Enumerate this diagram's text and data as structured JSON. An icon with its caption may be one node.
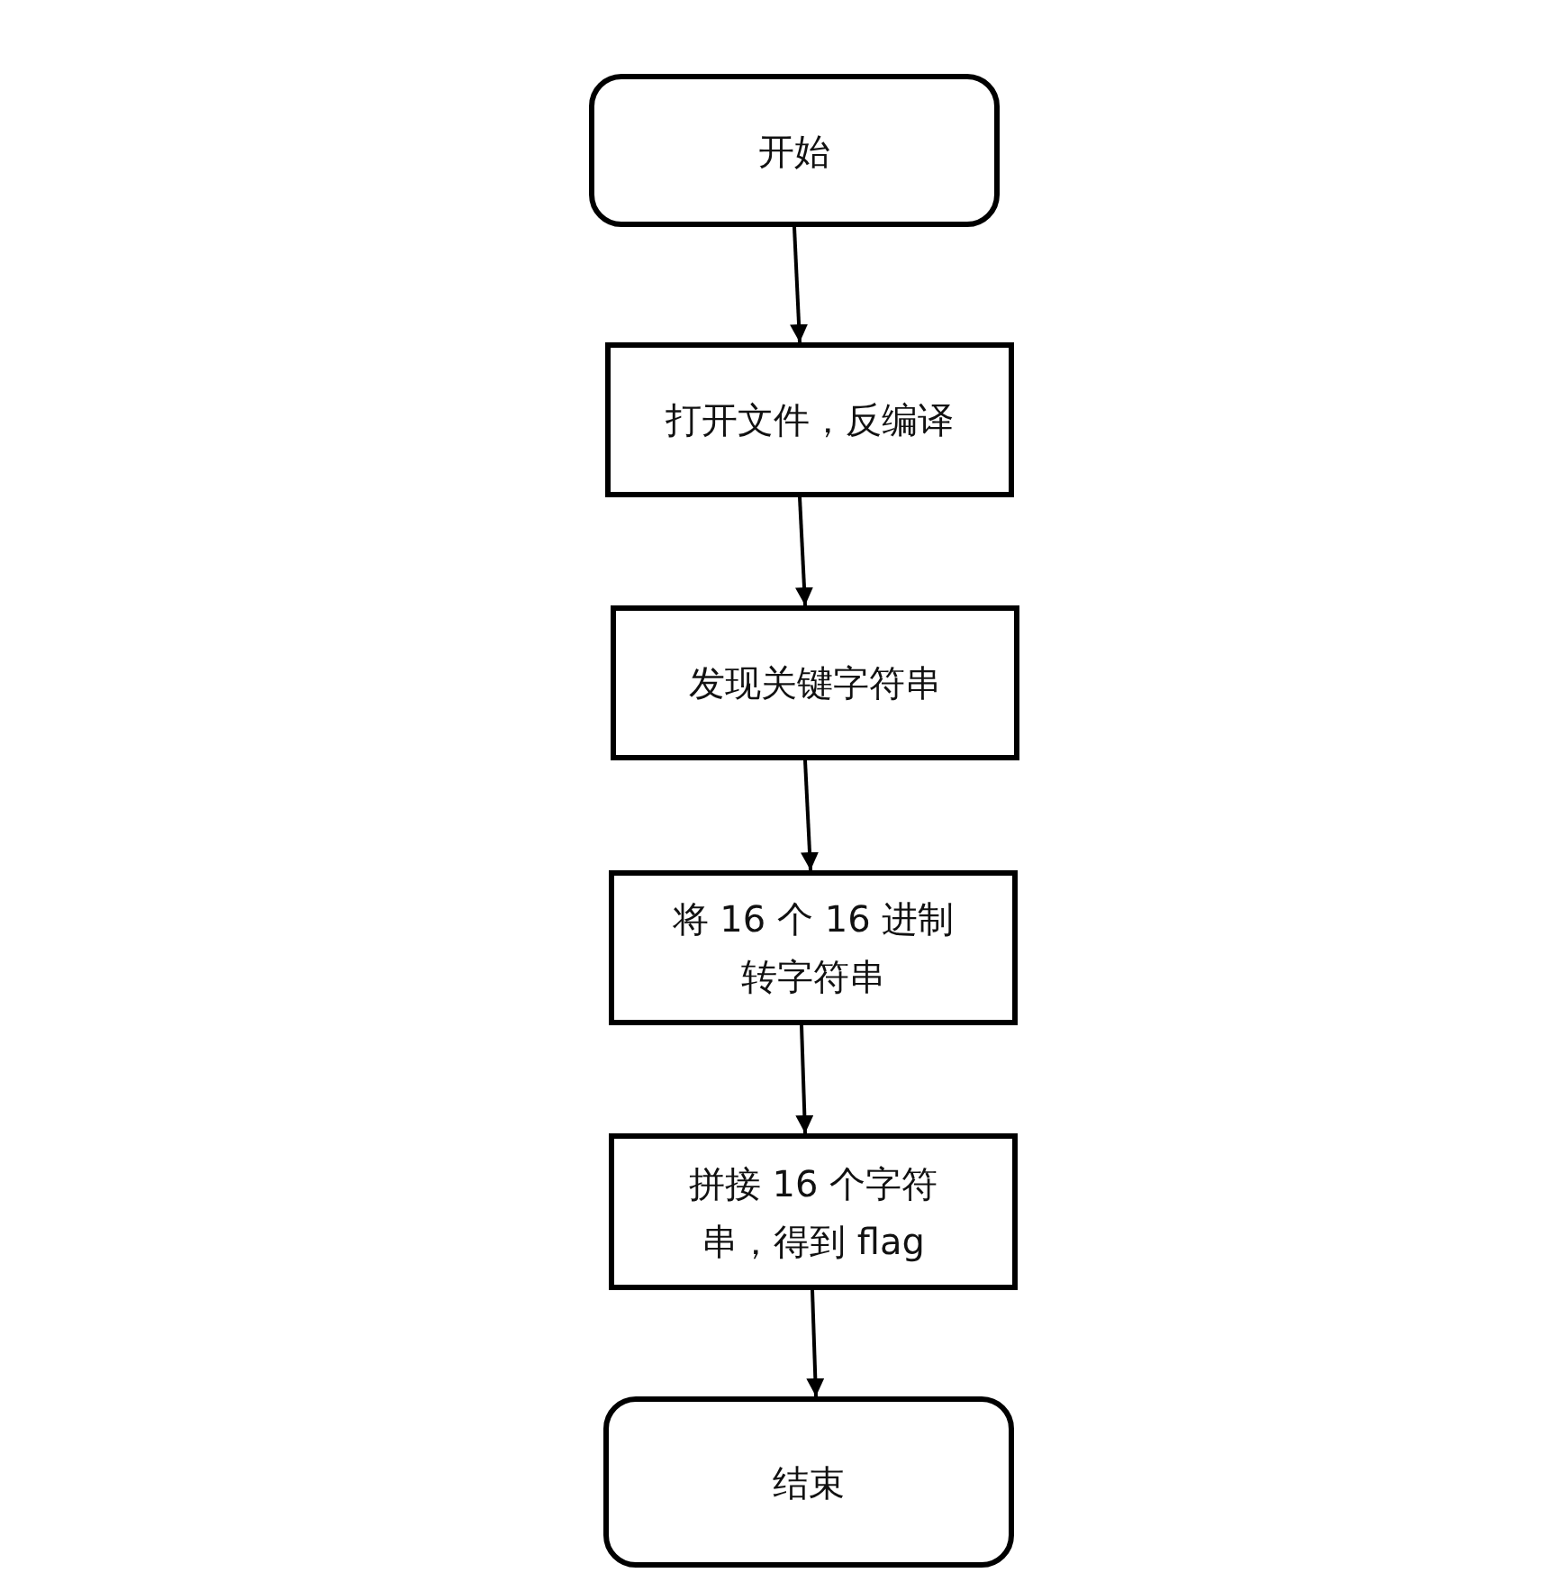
{
  "diagram": {
    "nodes": [
      {
        "text": [
          "开始"
        ]
      },
      {
        "text": [
          "打开文件，反编译"
        ]
      },
      {
        "text": [
          "发现关键字符串"
        ]
      },
      {
        "text": [
          "将 16 个 16 进制转字符串"
        ]
      },
      {
        "text": [
          "拼接 16 个字符串，得到 flag"
        ]
      },
      {
        "text": [
          "结束"
        ]
      }
    ],
    "edges": [
      {
        "from": 0,
        "to": 1,
        "arrow": "to"
      },
      {
        "from": 1,
        "to": 2,
        "arrow": "to"
      },
      {
        "from": 2,
        "to": 3,
        "arrow": "to"
      },
      {
        "from": 3,
        "to": 4,
        "arrow": "to"
      },
      {
        "from": 4,
        "to": 5,
        "arrow": "to"
      }
    ]
  }
}
